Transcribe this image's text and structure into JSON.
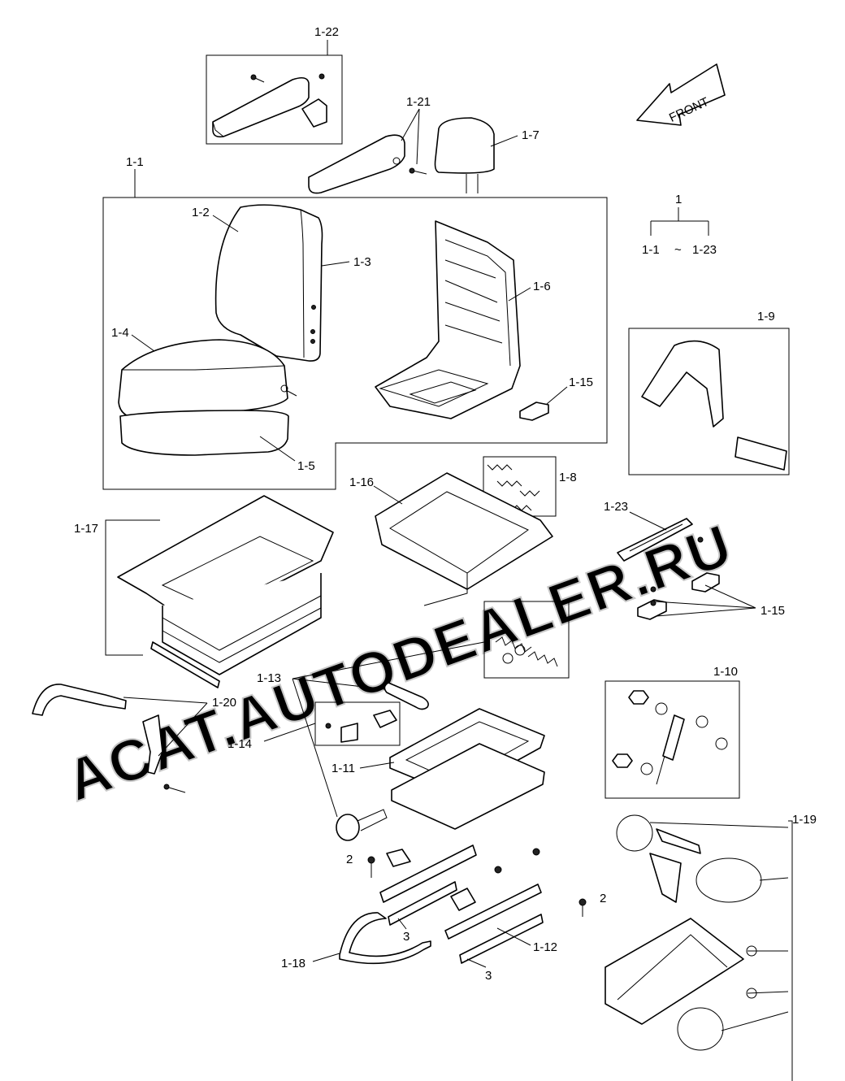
{
  "watermark": "ACAT.AUTODEALER.RU",
  "direction_arrow": {
    "label": "FRONT",
    "icon": "front-arrow-icon"
  },
  "assembly": {
    "label": "1",
    "range_from": "1-1",
    "range_sep": "~",
    "range_to": "1-23"
  },
  "callouts": {
    "c1_22": "1-22",
    "c1_21": "1-21",
    "c1_7": "1-7",
    "c1_1": "1-1",
    "c1_2": "1-2",
    "c1_3": "1-3",
    "c1_4": "1-4",
    "c1_5": "1-5",
    "c1_6": "1-6",
    "c1_15a": "1-15",
    "c1_9": "1-9",
    "c1_16": "1-16",
    "c1_8": "1-8",
    "c1_17": "1-17",
    "c1_23": "1-23",
    "c1_15b": "1-15",
    "c1_13": "1-13",
    "c1_20": "1-20",
    "c1_10": "1-10",
    "c1_14": "1-14",
    "c1_11": "1-11",
    "c1_19": "1-19",
    "c2a": "2",
    "c2b": "2",
    "c3a": "3",
    "c3b": "3",
    "c1_12": "1-12",
    "c1_18": "1-18"
  }
}
